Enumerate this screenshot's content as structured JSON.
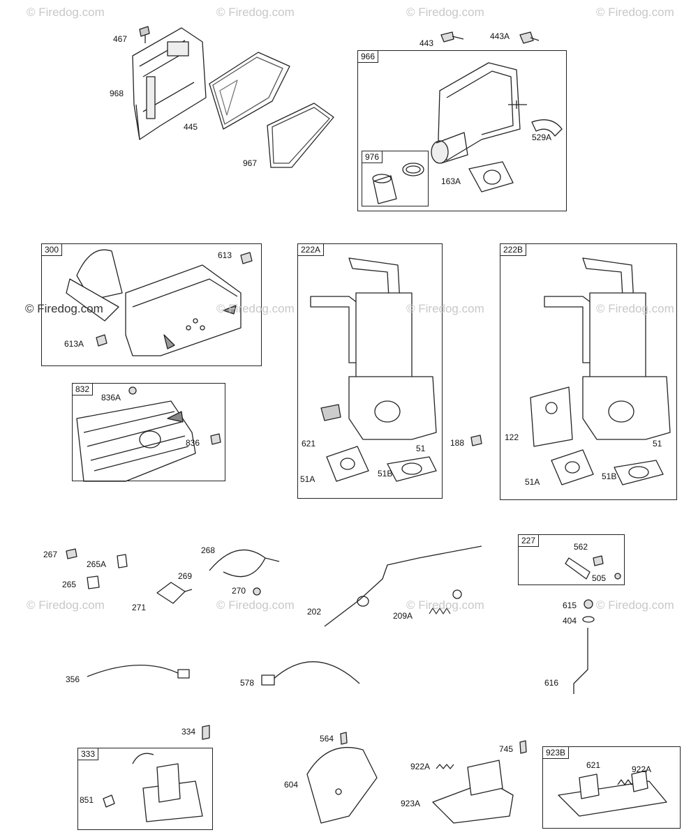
{
  "watermark": "© Firedog.com",
  "groups": [
    {
      "id": "966",
      "label": "966"
    },
    {
      "id": "976",
      "label": "976"
    },
    {
      "id": "300",
      "label": "300"
    },
    {
      "id": "222A",
      "label": "222A"
    },
    {
      "id": "222B",
      "label": "222B"
    },
    {
      "id": "832",
      "label": "832"
    },
    {
      "id": "227",
      "label": "227"
    },
    {
      "id": "333",
      "label": "333"
    },
    {
      "id": "923B",
      "label": "923B"
    }
  ],
  "parts": {
    "p467": "467",
    "p968": "968",
    "p445": "445",
    "p967": "967",
    "p443": "443",
    "p443A": "443A",
    "p529A": "529A",
    "p163A": "163A",
    "p613": "613",
    "p613A": "613A",
    "p836A": "836A",
    "p836": "836",
    "p621": "621",
    "p51": "51",
    "p51A": "51A",
    "p51B": "51B",
    "p188": "188",
    "p122": "122",
    "p51_b": "51",
    "p51A_b": "51A",
    "p51B_b": "51B",
    "p267": "267",
    "p265A": "265A",
    "p265": "265",
    "p268": "268",
    "p269": "269",
    "p270": "270",
    "p271": "271",
    "p202": "202",
    "p209A": "209A",
    "p562": "562",
    "p505": "505",
    "p615": "615",
    "p404": "404",
    "p616": "616",
    "p356": "356",
    "p578": "578",
    "p334": "334",
    "p851": "851",
    "p564": "564",
    "p604": "604",
    "p922A": "922A",
    "p745": "745",
    "p923A": "923A",
    "p621_b": "621",
    "p922A_b": "922A"
  }
}
